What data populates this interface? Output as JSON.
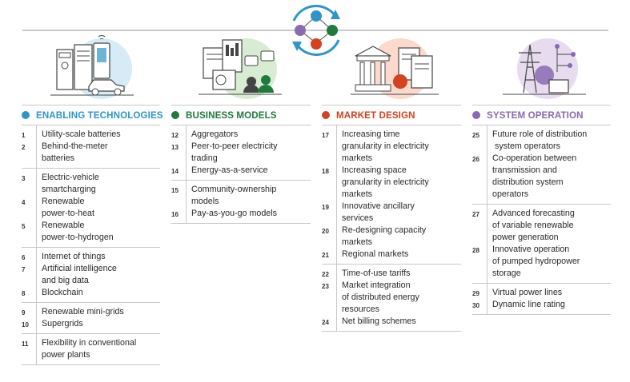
{
  "colors": {
    "enabling": "#2e95c9",
    "business": "#1f7a3c",
    "market": "#d4421f",
    "system": "#8a6ab0"
  },
  "icons": [
    "enabling-technologies-illustration",
    "business-models-illustration",
    "cycle-icon",
    "market-design-illustration",
    "system-operation-illustration"
  ],
  "columns": [
    {
      "title": "ENABLING TECHNOLOGIES",
      "groups": [
        [
          {
            "num": "1",
            "lines": [
              "Utility-scale batteries"
            ]
          },
          {
            "num": "2",
            "lines": [
              "Behind-the-meter",
              "batteries"
            ]
          }
        ],
        [
          {
            "num": "3",
            "lines": [
              "Electric-vehicle",
              "smartcharging"
            ]
          },
          {
            "num": "4",
            "lines": [
              "Renewable",
              "power-to-heat"
            ]
          },
          {
            "num": "5",
            "lines": [
              "Renewable",
              "power-to-hydrogen"
            ]
          }
        ],
        [
          {
            "num": "6",
            "lines": [
              "Internet of things"
            ]
          },
          {
            "num": "7",
            "lines": [
              "Artificial intelligence",
              "and big data"
            ]
          },
          {
            "num": "8",
            "lines": [
              "Blockchain"
            ]
          }
        ],
        [
          {
            "num": "9",
            "lines": [
              "Renewable mini-grids"
            ]
          },
          {
            "num": "10",
            "lines": [
              "Supergrids"
            ]
          }
        ],
        [
          {
            "num": "11",
            "lines": [
              "Flexibility in conventional",
              "power plants"
            ]
          }
        ]
      ]
    },
    {
      "title": "BUSINESS MODELS",
      "groups": [
        [
          {
            "num": "12",
            "lines": [
              "Aggregators"
            ]
          },
          {
            "num": "13",
            "lines": [
              "Peer-to-peer electricity",
              "trading"
            ]
          },
          {
            "num": "14",
            "lines": [
              "Energy-as-a-service"
            ]
          }
        ],
        [
          {
            "num": "15",
            "lines": [
              "Community-ownership",
              "models"
            ]
          },
          {
            "num": "16",
            "lines": [
              "Pay-as-you-go models"
            ]
          }
        ]
      ]
    },
    {
      "title": "MARKET DESIGN",
      "groups": [
        [
          {
            "num": "17",
            "lines": [
              "Increasing time",
              "granularity in electricity",
              "markets"
            ]
          },
          {
            "num": "18",
            "lines": [
              "Increasing space",
              "granularity in electricity",
              "markets"
            ]
          },
          {
            "num": "19",
            "lines": [
              "Innovative ancillary",
              "services"
            ]
          },
          {
            "num": "20",
            "lines": [
              "Re-designing capacity",
              "markets"
            ]
          },
          {
            "num": "21",
            "lines": [
              "Regional markets"
            ]
          }
        ],
        [
          {
            "num": "22",
            "lines": [
              "Time-of-use tariffs"
            ]
          },
          {
            "num": "23",
            "lines": [
              "Market integration",
              "of distributed energy",
              "resources"
            ]
          },
          {
            "num": "24",
            "lines": [
              "Net billing schemes"
            ]
          }
        ]
      ]
    },
    {
      "title": "SYSTEM OPERATION",
      "groups": [
        [
          {
            "num": "25",
            "lines": [
              "Future role of distribution",
              " system operators"
            ]
          },
          {
            "num": "26",
            "lines": [
              "Co-operation between",
              "transmission and",
              "distribution system",
              "operators"
            ]
          }
        ],
        [
          {
            "num": "27",
            "lines": [
              "Advanced forecasting",
              "of variable renewable",
              "power generation"
            ]
          },
          {
            "num": "28",
            "lines": [
              "Innovative operation",
              "of pumped hydropower",
              "storage"
            ]
          }
        ],
        [
          {
            "num": "29",
            "lines": [
              "Virtual power lines"
            ]
          },
          {
            "num": "30",
            "lines": [
              "Dynamic line rating"
            ]
          }
        ]
      ]
    }
  ]
}
